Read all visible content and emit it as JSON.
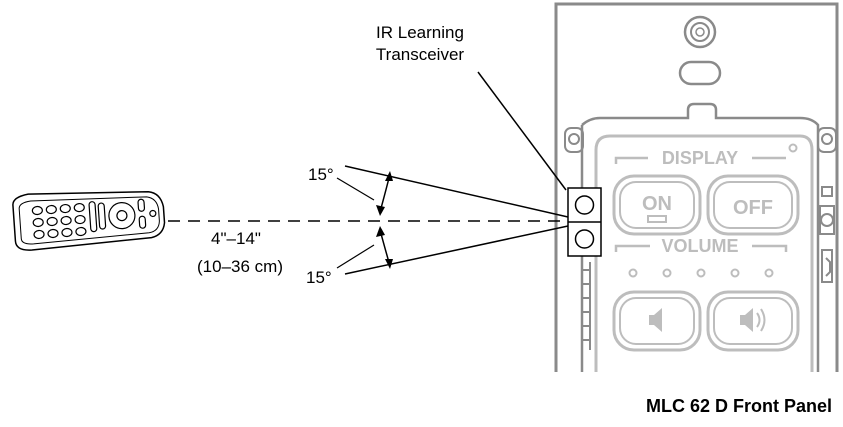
{
  "labels": {
    "transceiver_line1": "IR Learning",
    "transceiver_line2": "Transceiver",
    "angle_top": "15°",
    "angle_bottom": "15°",
    "distance_in": "4\"–14\"",
    "distance_cm": "(10–36 cm)",
    "caption": "MLC 62 D Front Panel"
  },
  "panel": {
    "display_label": "DISPLAY",
    "on_button": "ON",
    "off_button": "OFF",
    "volume_label": "VOLUME"
  },
  "icons": [
    "remote-control-icon",
    "speaker-quiet-icon",
    "speaker-loud-icon"
  ],
  "colors": {
    "panel_gray": "#bdbdbd",
    "panel_line": "#8a8a8a",
    "ink": "#000000"
  }
}
